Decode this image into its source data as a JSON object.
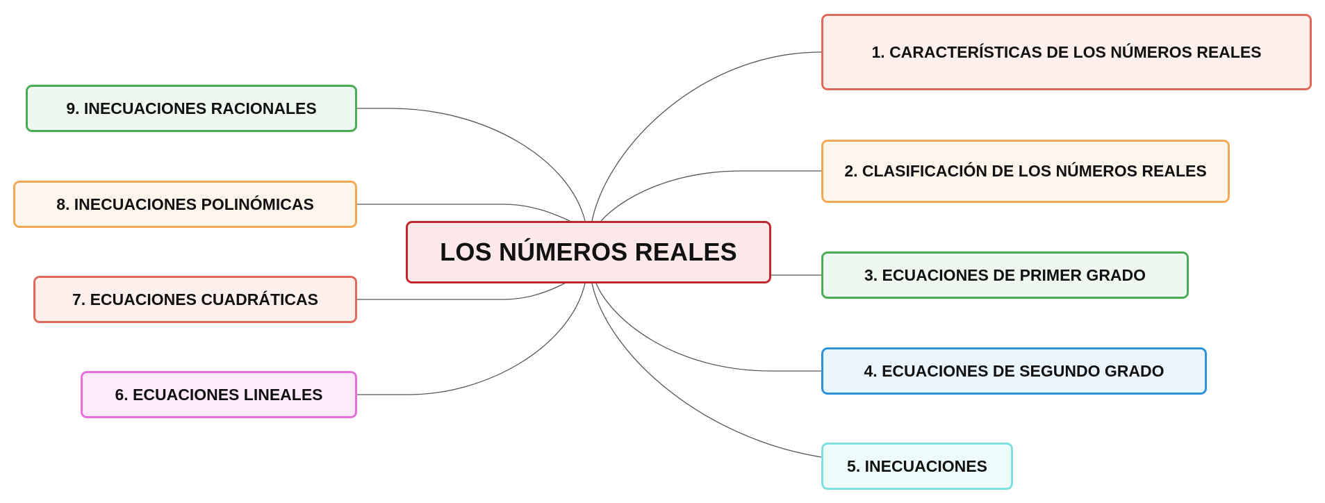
{
  "central": {
    "label": "LOS NÚMEROS REALES",
    "border": "#c0282d",
    "fill": "#fde9ea"
  },
  "branches": [
    {
      "id": "n1",
      "label": "1. CARACTERÍSTICAS DE LOS NÚMEROS REALES",
      "border": "#e2685a",
      "fill": "#fdf0ec"
    },
    {
      "id": "n2",
      "label": "2. CLASIFICACIÓN DE LOS NÚMEROS REALES",
      "border": "#f2a954",
      "fill": "#fef6ec"
    },
    {
      "id": "n3",
      "label": "3. ECUACIONES DE PRIMER GRADO",
      "border": "#4aad55",
      "fill": "#eff8f0"
    },
    {
      "id": "n4",
      "label": "4. ECUACIONES DE SEGUNDO GRADO",
      "border": "#2b93d6",
      "fill": "#ebf5fd"
    },
    {
      "id": "n5",
      "label": "5. INECUACIONES",
      "border": "#7fe0e0",
      "fill": "#effcfc"
    },
    {
      "id": "n6",
      "label": "6. ECUACIONES LINEALES",
      "border": "#e46fdd",
      "fill": "#fdebfb"
    },
    {
      "id": "n7",
      "label": "7. ECUACIONES CUADRÁTICAS",
      "border": "#e2685a",
      "fill": "#fdf0ec"
    },
    {
      "id": "n8",
      "label": "8. INECUACIONES POLINÓMICAS",
      "border": "#f2a954",
      "fill": "#fef6ec"
    },
    {
      "id": "n9",
      "label": "9. INECUACIONES RACIONALES",
      "border": "#4aad55",
      "fill": "#eff8f0"
    }
  ]
}
